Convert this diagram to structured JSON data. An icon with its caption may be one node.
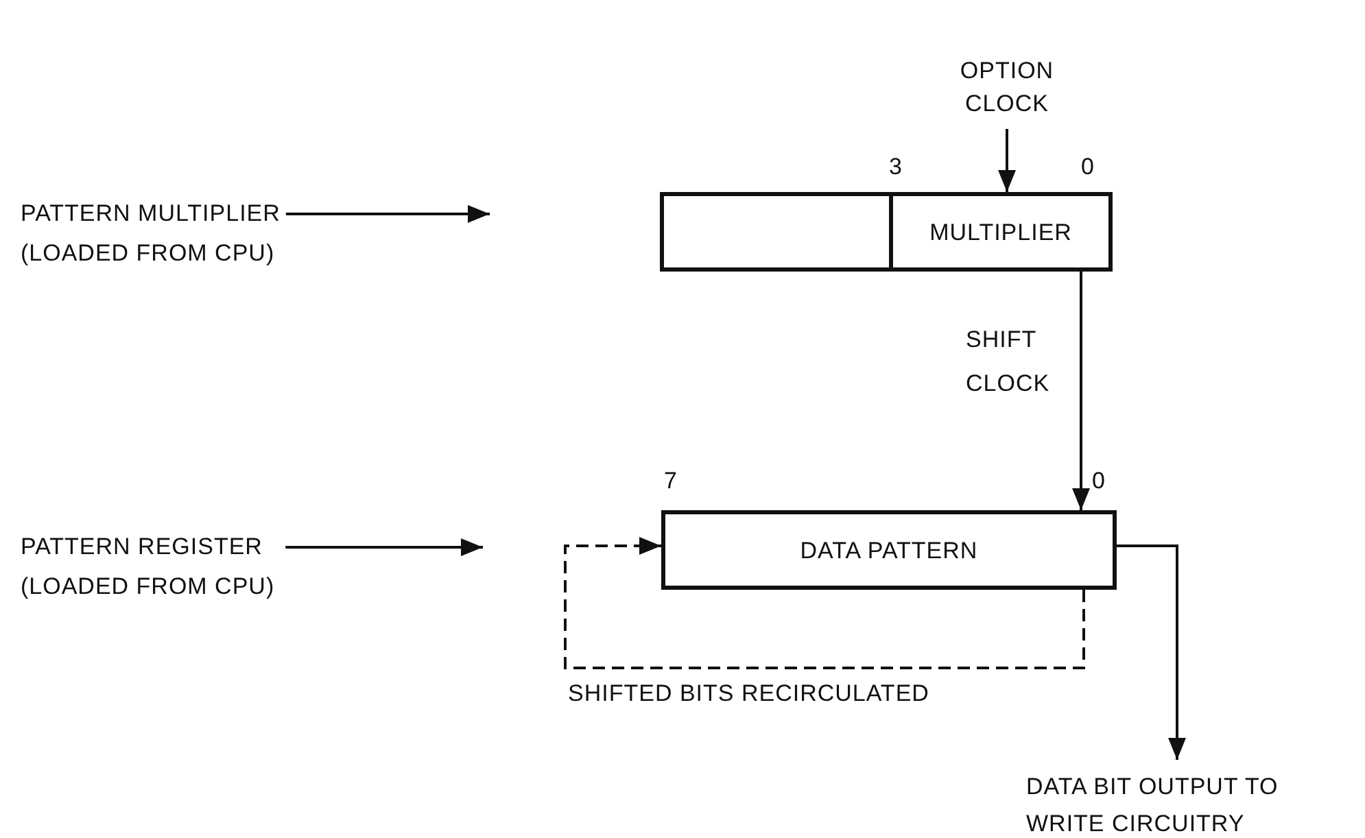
{
  "diagram": {
    "nodes": [
      {
        "text": [
          "OPTION CLOCK"
        ]
      },
      {
        "text": [
          "PATTERN MULTIPLIER",
          "(LOADED FROM CPU)"
        ]
      },
      {
        "text": [],
        "shape": "box"
      },
      {
        "text": [
          "MULTIPLIER"
        ]
      },
      {
        "text": [
          "PATTERN REGISTER",
          "(LOADED FROM CPU)"
        ]
      },
      {
        "text": [
          "DATA PATTERN"
        ]
      },
      {
        "text": [
          "DATA BIT OUTPUT TO WRITE CIRCUITRY"
        ]
      }
    ],
    "edges": [
      {
        "from": 0,
        "to": 3,
        "arrow": "to"
      },
      {
        "from": 1,
        "to": null,
        "arrow": "to"
      },
      {
        "from": 3,
        "to": 5,
        "arrow": "to",
        "label": "SHIFT CLOCK"
      },
      {
        "from": 4,
        "to": null,
        "arrow": "to"
      },
      {
        "from": 5,
        "to": 5,
        "arrow": "to",
        "style": "dashed",
        "label": "SHIFTED BITS RECIRCULATED"
      },
      {
        "from": 5,
        "to": 6,
        "arrow": "to"
      }
    ],
    "labels": [
      "3",
      "0",
      "7",
      "0"
    ]
  }
}
